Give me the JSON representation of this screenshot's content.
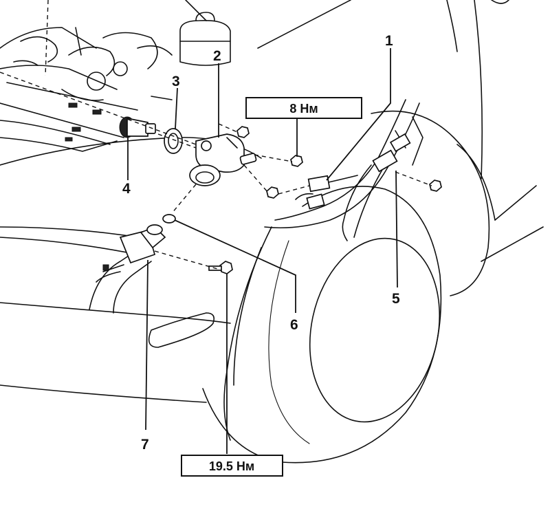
{
  "callouts": {
    "c1": "1",
    "c2": "2",
    "c3": "3",
    "c4": "4",
    "c5": "5",
    "c6": "6",
    "c7": "7"
  },
  "torque_labels": {
    "upper": "8 Нм",
    "lower": "19.5 Нм"
  }
}
